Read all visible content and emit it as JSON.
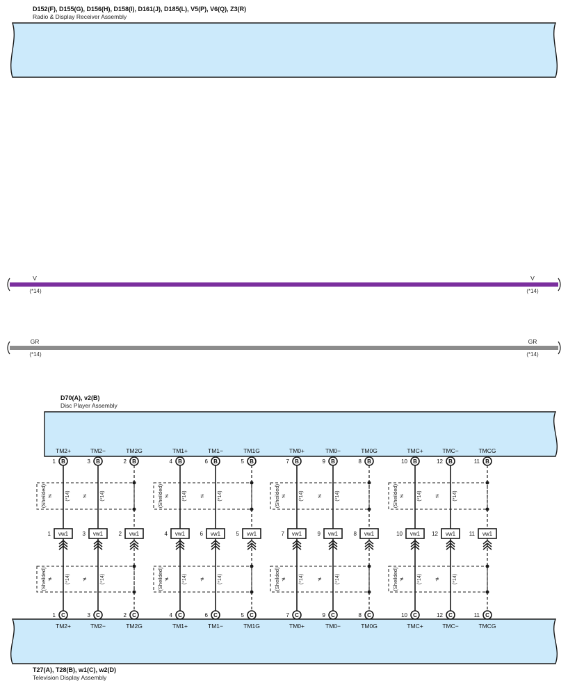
{
  "radio": {
    "codes": "D152(F), D155(G), D156(H), D158(I), D161(J), D185(L), V5(P), V6(Q), Z3(R)",
    "name": "Radio & Display Receiver Assembly"
  },
  "disc": {
    "codes": "D70(A), v2(B)",
    "name": "Disc Player Assembly"
  },
  "tv": {
    "codes": "T27(A), T28(B), w1(C), w2(D)",
    "name": "Television Display Assembly"
  },
  "wires": [
    {
      "color_label": "V",
      "note": "(*14)",
      "hex": "#7b2f9e"
    },
    {
      "color_label": "GR",
      "note": "(*14)",
      "hex": "#8c8c8c"
    }
  ],
  "colors": {
    "component_fill": "#cceafb",
    "component_stroke": "#1a1a1a",
    "line": "#1a1a1a"
  },
  "shield": {
    "label": "(Sheilded)",
    "note": "(*14)",
    "symbol": "≠"
  },
  "connector_letters": {
    "disc": "B",
    "tv": "C"
  },
  "junction_code": "vw1",
  "groups": [
    {
      "pins": [
        {
          "name": "TM2+",
          "pin": "1",
          "shield": false
        },
        {
          "name": "TM2−",
          "pin": "3",
          "shield": false
        },
        {
          "name": "TM2G",
          "pin": "2",
          "shield": true
        }
      ]
    },
    {
      "pins": [
        {
          "name": "TM1+",
          "pin": "4",
          "shield": false
        },
        {
          "name": "TM1−",
          "pin": "6",
          "shield": false
        },
        {
          "name": "TM1G",
          "pin": "5",
          "shield": true
        }
      ]
    },
    {
      "pins": [
        {
          "name": "TM0+",
          "pin": "7",
          "shield": false
        },
        {
          "name": "TM0−",
          "pin": "9",
          "shield": false
        },
        {
          "name": "TM0G",
          "pin": "8",
          "shield": true
        }
      ]
    },
    {
      "pins": [
        {
          "name": "TMC+",
          "pin": "10",
          "shield": false
        },
        {
          "name": "TMC−",
          "pin": "12",
          "shield": false
        },
        {
          "name": "TMCG",
          "pin": "11",
          "shield": true
        }
      ]
    }
  ]
}
